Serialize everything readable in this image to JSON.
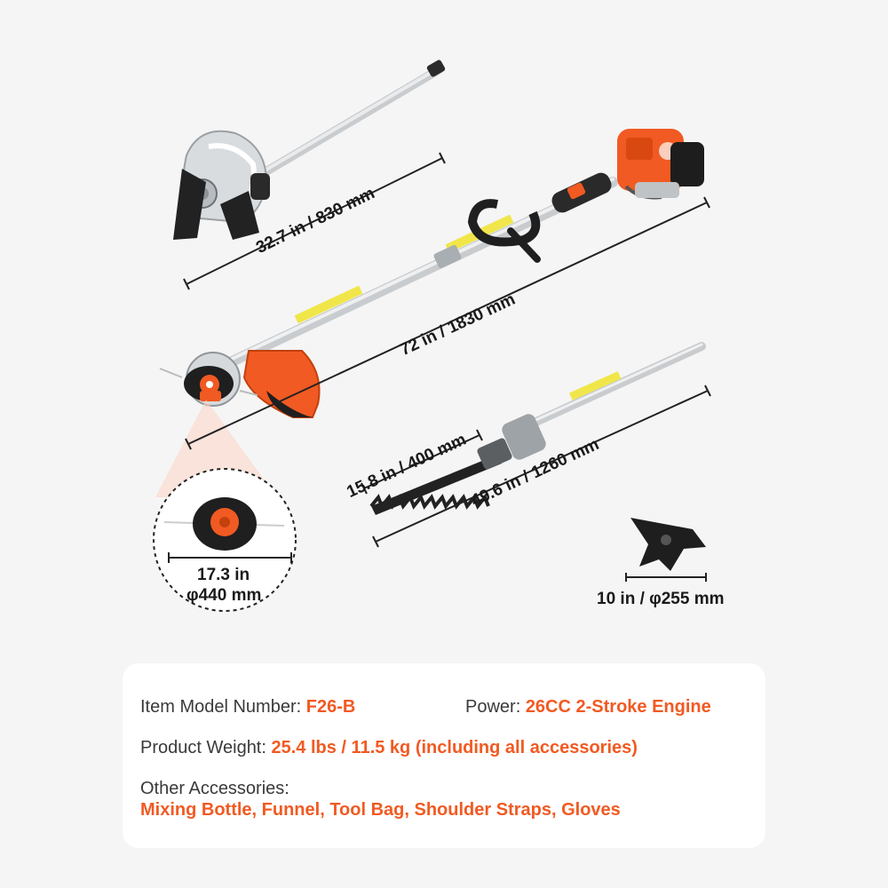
{
  "dimensions": {
    "edger_length": "32.7 in / 830 mm",
    "trimmer_length": "72 in / 1830 mm",
    "hedge_blade_length": "15.8 in / 400 mm",
    "hedge_total_length": "49.6 in / 1260 mm",
    "cut_width_in": "17.3 in",
    "cut_width_mm": "φ440 mm",
    "blade_diameter": "10 in / φ255 mm"
  },
  "specs": {
    "model_label": "Item Model Number:",
    "model_value": "F26-B",
    "power_label": "Power:",
    "power_value": "26CC 2-Stroke Engine",
    "weight_label": "Product Weight:",
    "weight_value": "25.4 lbs / 11.5 kg (including all accessories)",
    "accessories_label": "Other Accessories:",
    "accessories_value": "Mixing Bottle, Funnel, Tool Bag, Shoulder Straps, Gloves"
  },
  "colors": {
    "accent": "#f15a22",
    "background": "#f5f5f5",
    "card": "#ffffff",
    "text": "#3a3a3a"
  }
}
